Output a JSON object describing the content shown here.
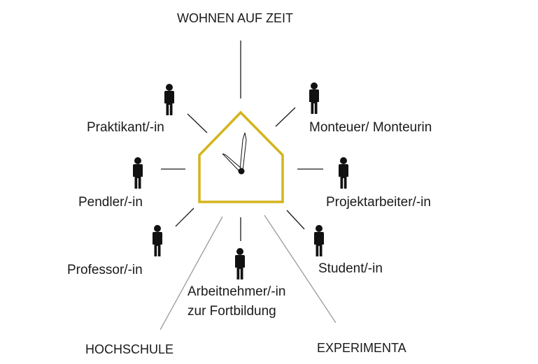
{
  "title": "WOHNEN AUF ZEIT",
  "bottom_left": "HOCHSCHULE",
  "bottom_right": "EXPERIMENTA",
  "groups": [
    {
      "label": "Praktikant/-in"
    },
    {
      "label": "Monteuer/ Monteurin"
    },
    {
      "label": "Pendler/-in"
    },
    {
      "label": "Projektarbeiter/-in"
    },
    {
      "label": "Professor/-in"
    },
    {
      "label": "Student/-in"
    },
    {
      "label_line1": "Arbeitnehmer/-in",
      "label_line2": "zur Fortbildung"
    }
  ],
  "colors": {
    "house": "#d4b41c",
    "lines": "#1a1a1a",
    "gray_lines": "#9a9a9a"
  }
}
